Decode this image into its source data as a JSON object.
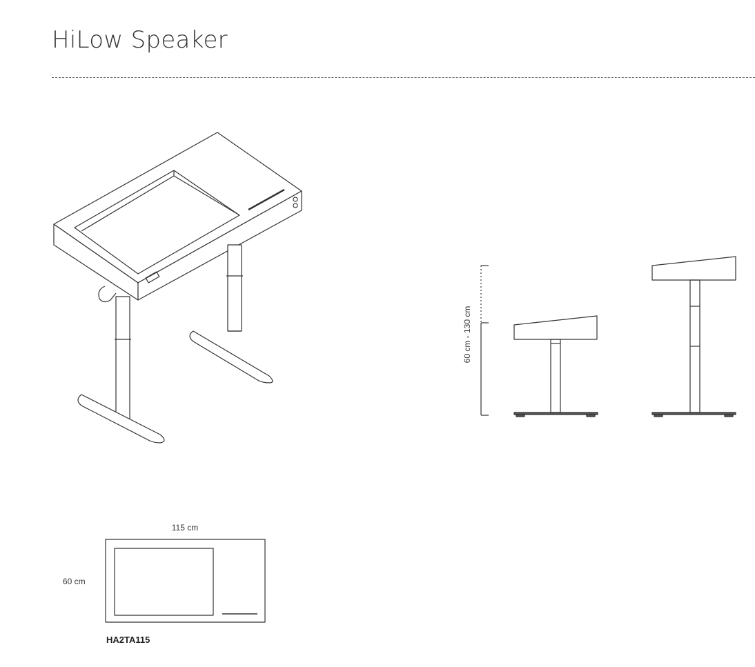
{
  "title": "HiLow Speaker",
  "dimensions": {
    "height_range": "60 cm - 130 cm",
    "width": "115 cm",
    "depth": "60 cm"
  },
  "model_code": "HA2TA115",
  "colors": {
    "line": "#333333"
  }
}
